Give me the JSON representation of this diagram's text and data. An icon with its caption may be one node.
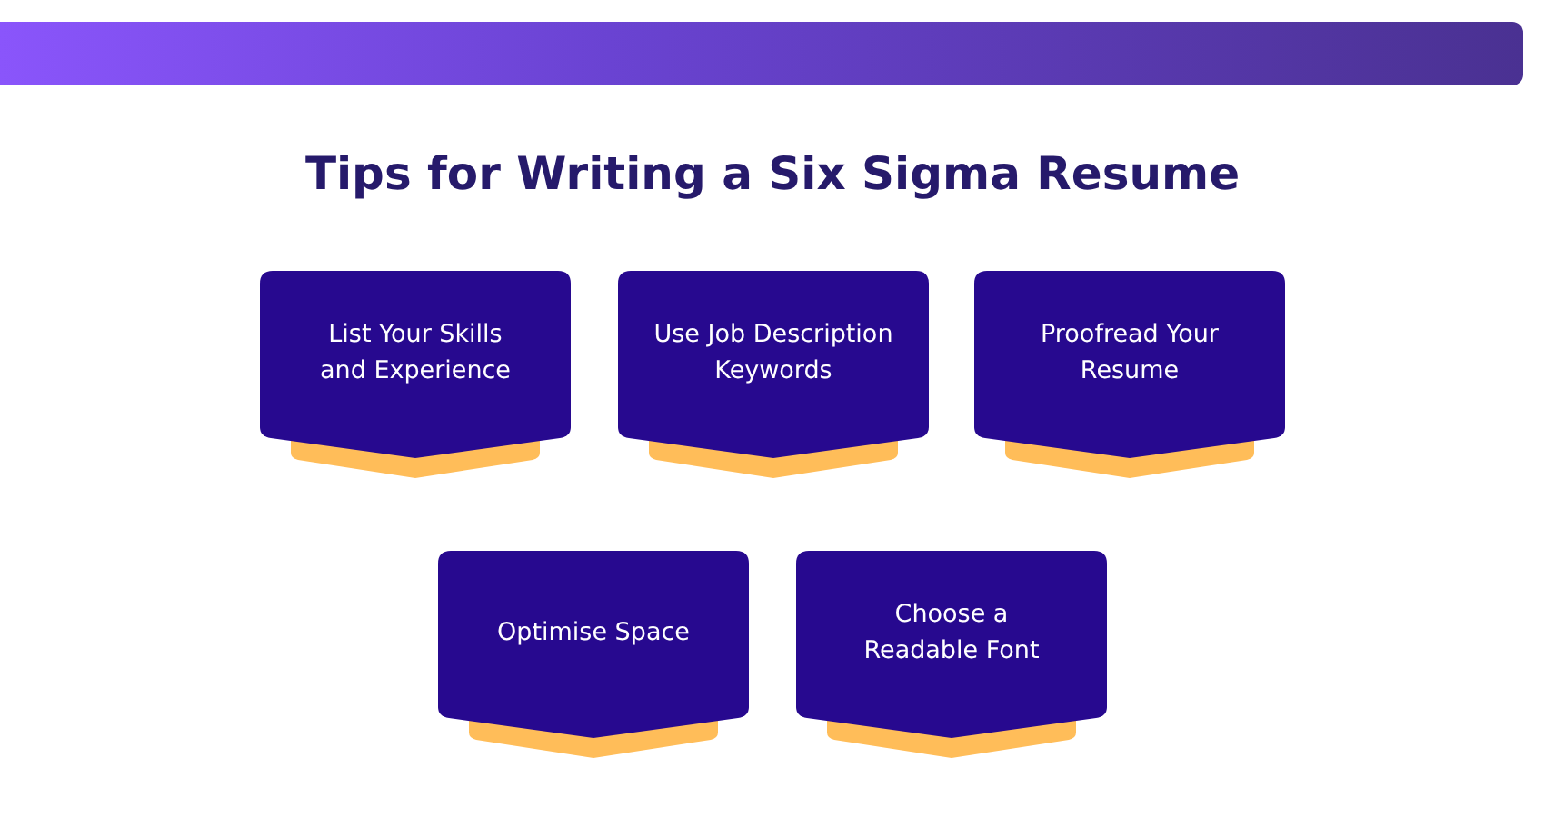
{
  "diagram": {
    "title": "Tips for Writing a Six Sigma Resume",
    "nodes": [
      {
        "text": [
          "List Your Skills and Experience"
        ]
      },
      {
        "text": [
          "Use Job Description Keywords"
        ]
      },
      {
        "text": [
          "Proofread Your Resume"
        ]
      },
      {
        "text": [
          "Optimise Space"
        ]
      },
      {
        "text": [
          "Choose a Readable Font"
        ]
      }
    ]
  }
}
